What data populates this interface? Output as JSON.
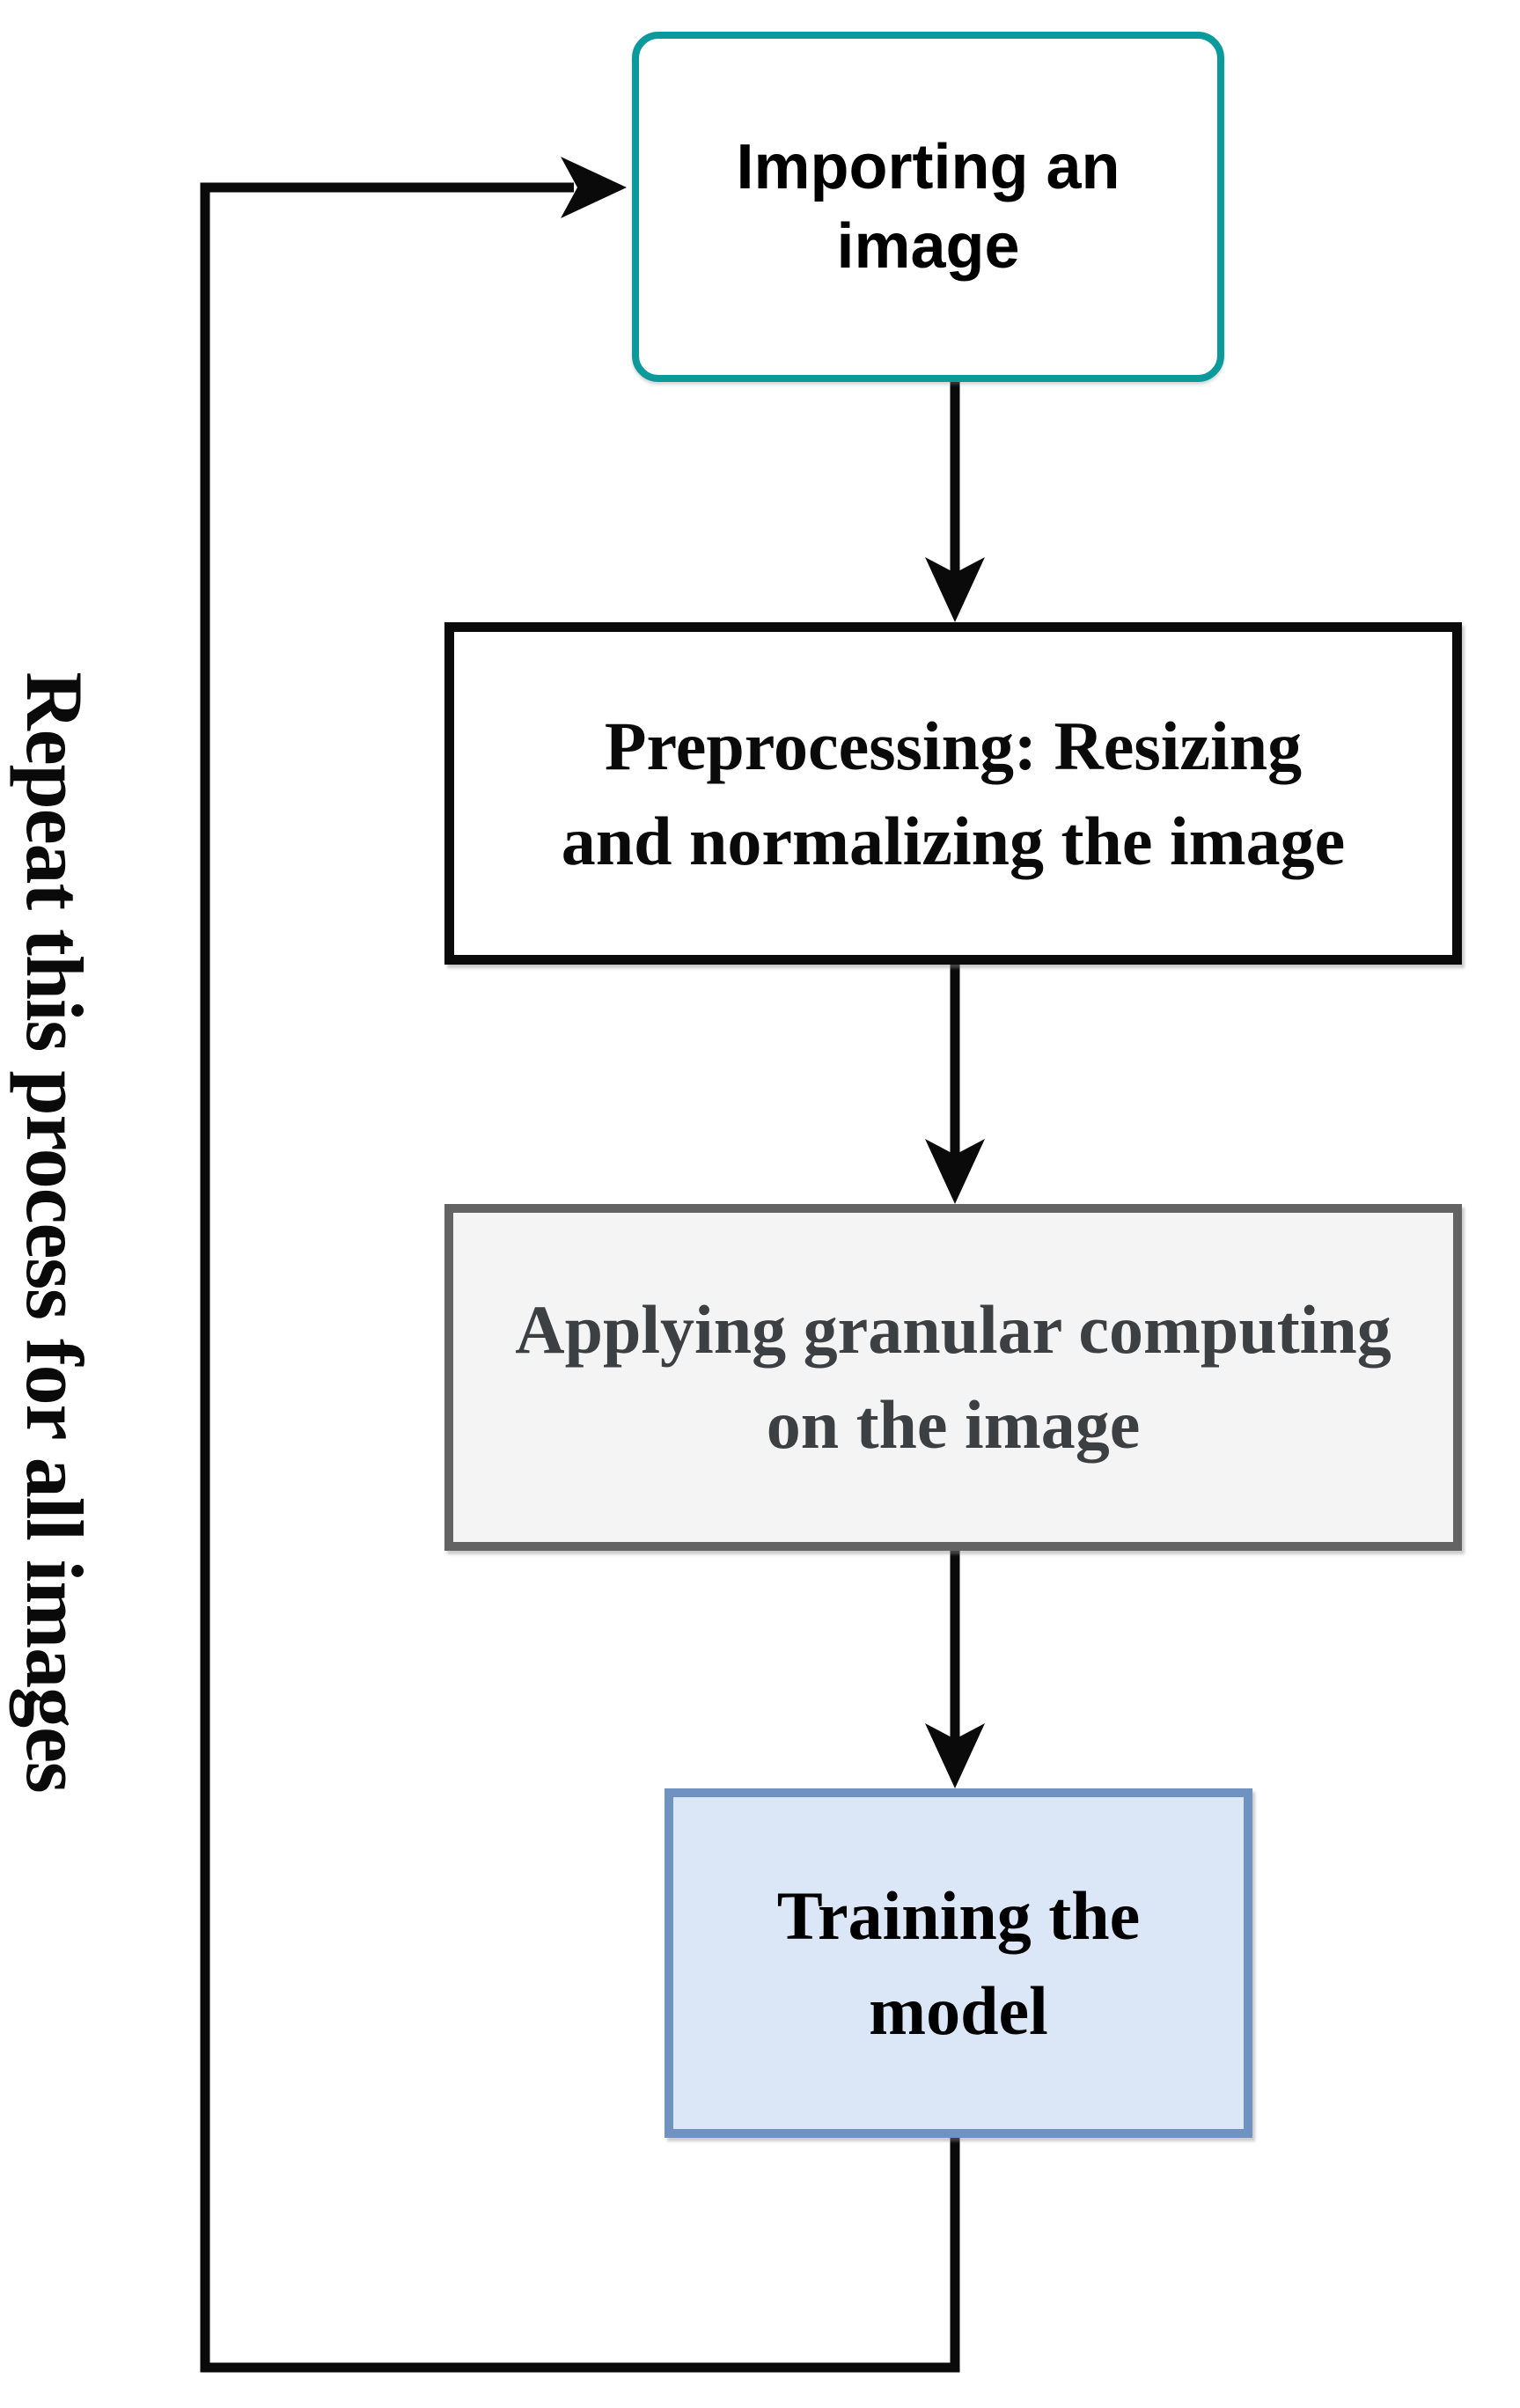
{
  "loop_label": "Repeat this process for all images",
  "nodes": [
    {
      "id": "importing-image",
      "line1": "Importing an",
      "line2": "image",
      "border_color": "#0b9a9b",
      "fill": "#ffffff",
      "text_color": "#000000",
      "shape": "rounded-rectangle"
    },
    {
      "id": "preprocessing",
      "line1": "Preprocessing: Resizing",
      "line2": "and normalizing the image",
      "border_color": "#0a0a0a",
      "fill": "#ffffff",
      "text_color": "#0a0a0a",
      "shape": "rectangle"
    },
    {
      "id": "granular-computing",
      "line1": "Applying granular computing",
      "line2": "on the image",
      "border_color": "#636363",
      "fill": "#f4f4f4",
      "text_color": "#3d4043",
      "shape": "rectangle"
    },
    {
      "id": "training-model",
      "line1": "Training the",
      "line2": "model",
      "border_color": "#6f92c1",
      "fill": "#dbe6f6",
      "text_color": "#000000",
      "shape": "rectangle"
    }
  ],
  "connector_color": "#0a0a0a"
}
